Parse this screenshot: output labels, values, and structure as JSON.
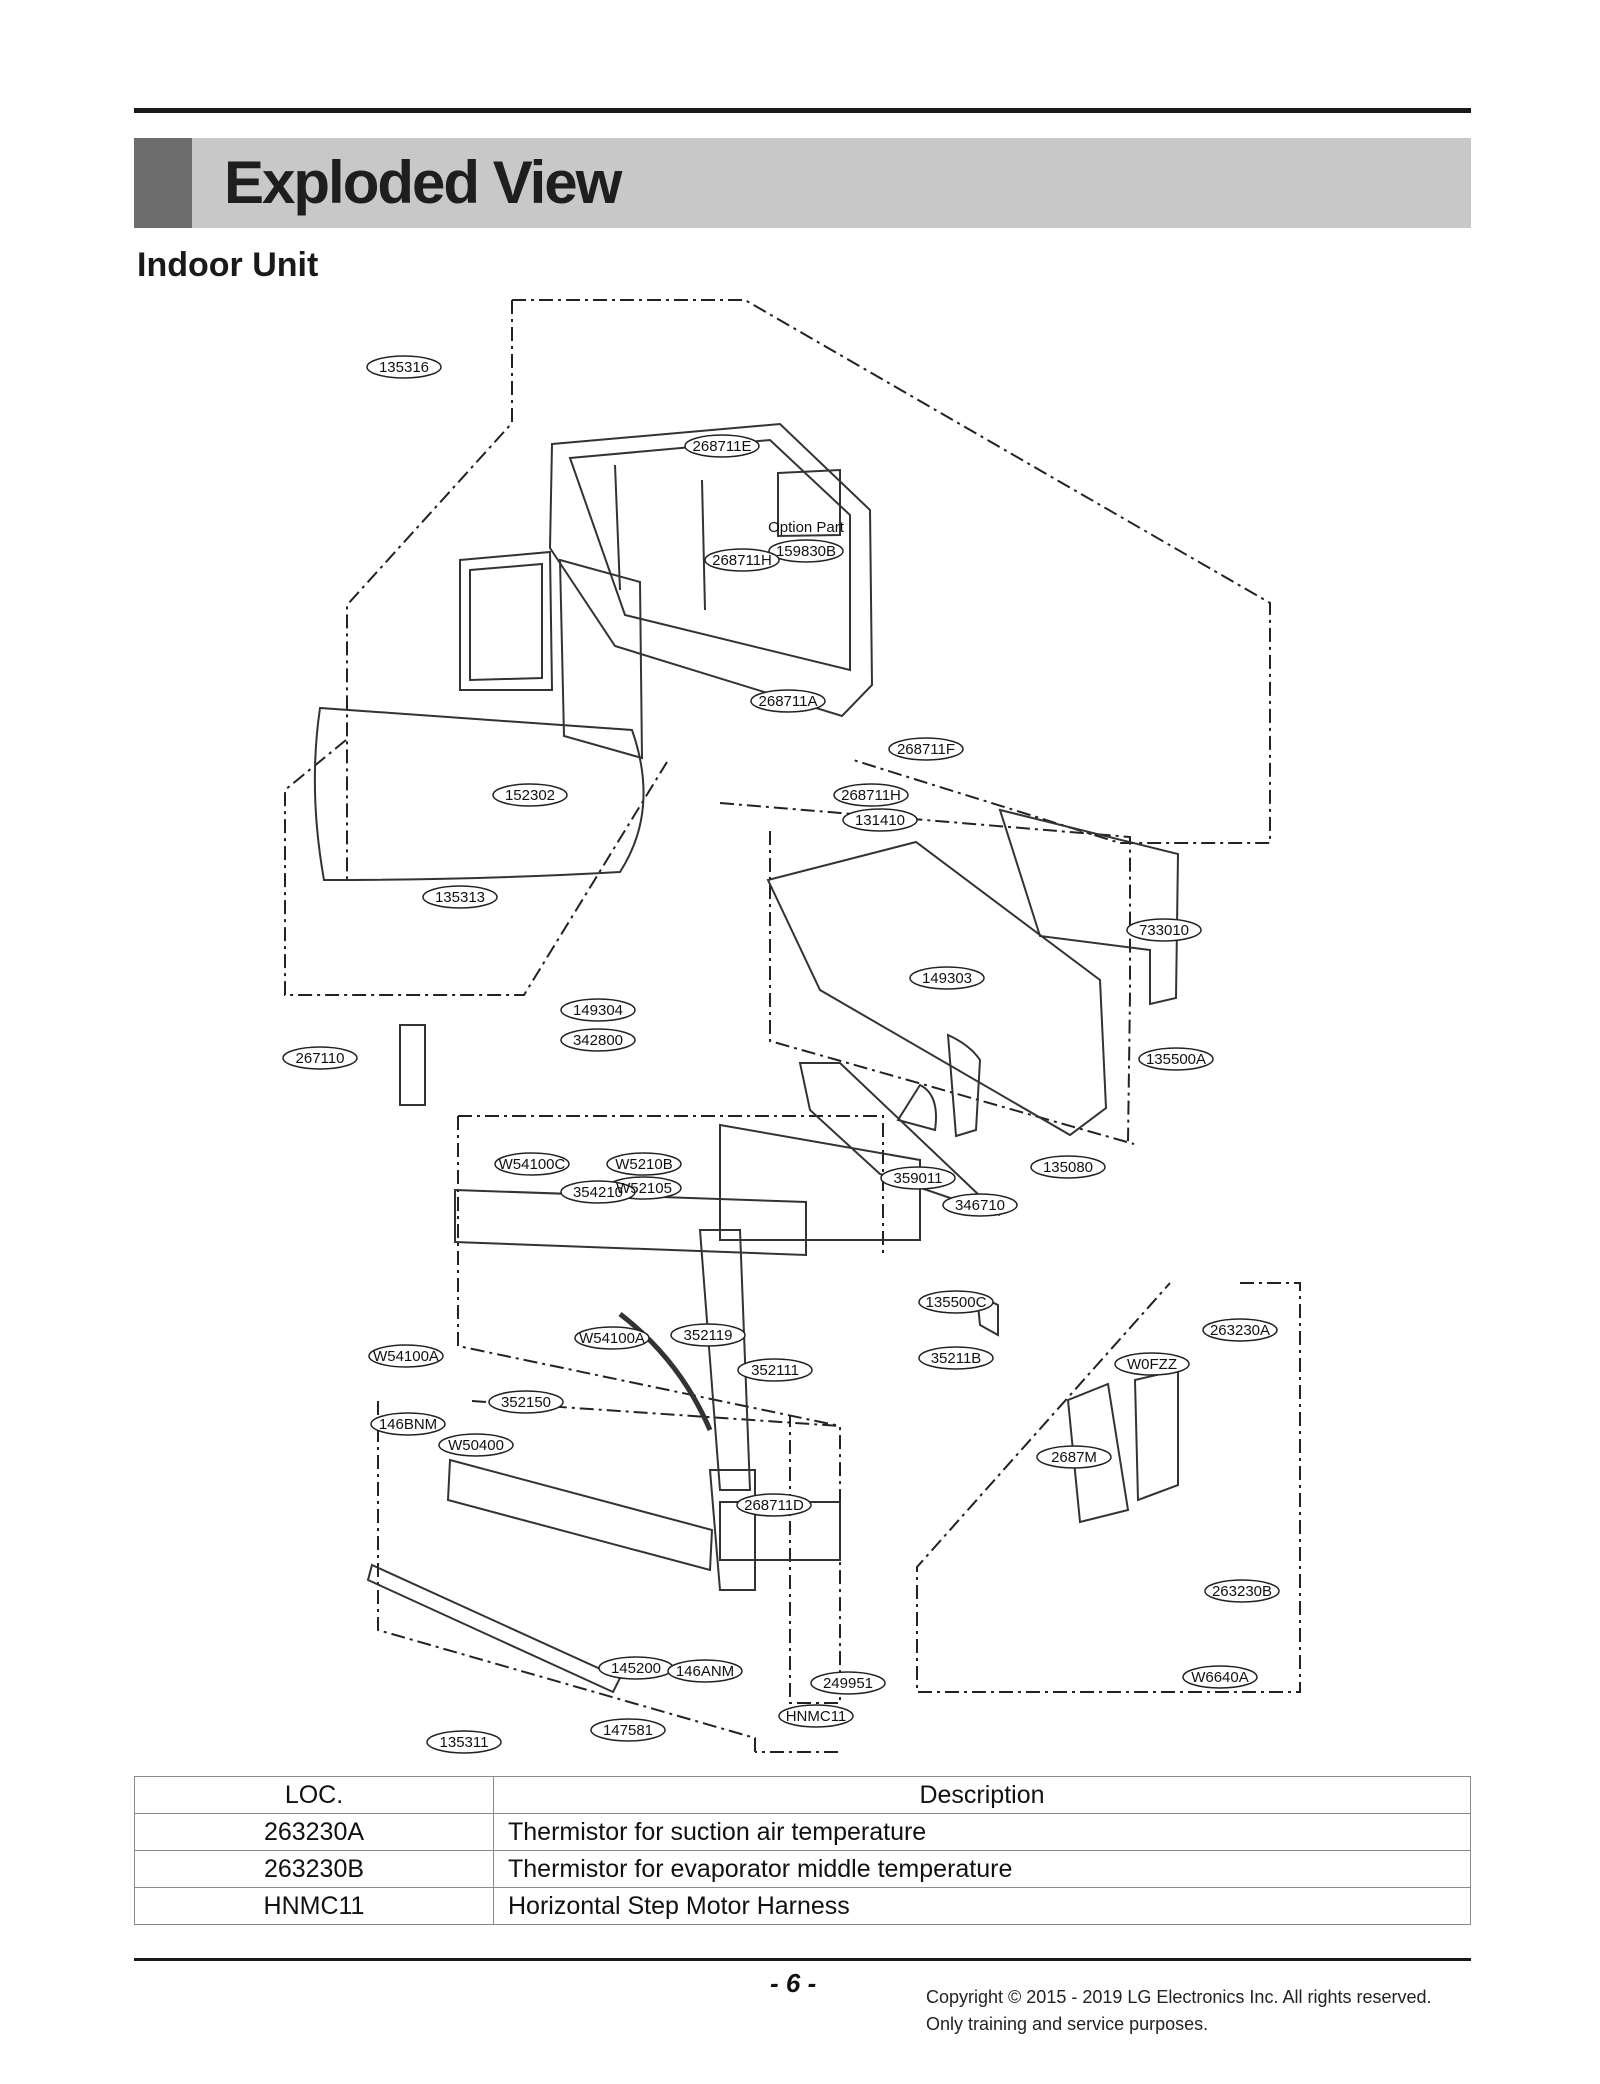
{
  "header": {
    "title": "Exploded View",
    "subtitle": "Indoor Unit"
  },
  "diagram": {
    "option_label": "Option Part",
    "callouts": [
      "135316",
      "268711E",
      "159830B",
      "268711H",
      "268711A",
      "268711F",
      "268711H",
      "152302",
      "131410",
      "135313",
      "733010",
      "149303",
      "149304",
      "342800",
      "267110",
      "135500A",
      "W54100C",
      "W5210B",
      "W52105",
      "359011",
      "135080",
      "354210",
      "346710",
      "135500C",
      "263230A",
      "W54100A",
      "352119",
      "35211B",
      "W0FZZ",
      "W54100A",
      "352111",
      "352150",
      "146BNM",
      "W50400",
      "2687M",
      "268711D",
      "263230B",
      "145200",
      "146ANM",
      "249951",
      "W6640A",
      "HNMC11",
      "147581",
      "135311"
    ]
  },
  "table": {
    "headers": [
      "LOC.",
      "Description"
    ],
    "rows": [
      {
        "loc": "263230A",
        "desc": "Thermistor for suction air temperature"
      },
      {
        "loc": "263230B",
        "desc": "Thermistor for evaporator middle temperature"
      },
      {
        "loc": "HNMC11",
        "desc": "Horizontal  Step Motor Harness"
      }
    ]
  },
  "footer": {
    "page": "- 6 -",
    "copyright_line1": "Copyright © 2015 - 2019 LG Electronics Inc. All rights reserved.",
    "copyright_line2": "Only training and service purposes."
  }
}
